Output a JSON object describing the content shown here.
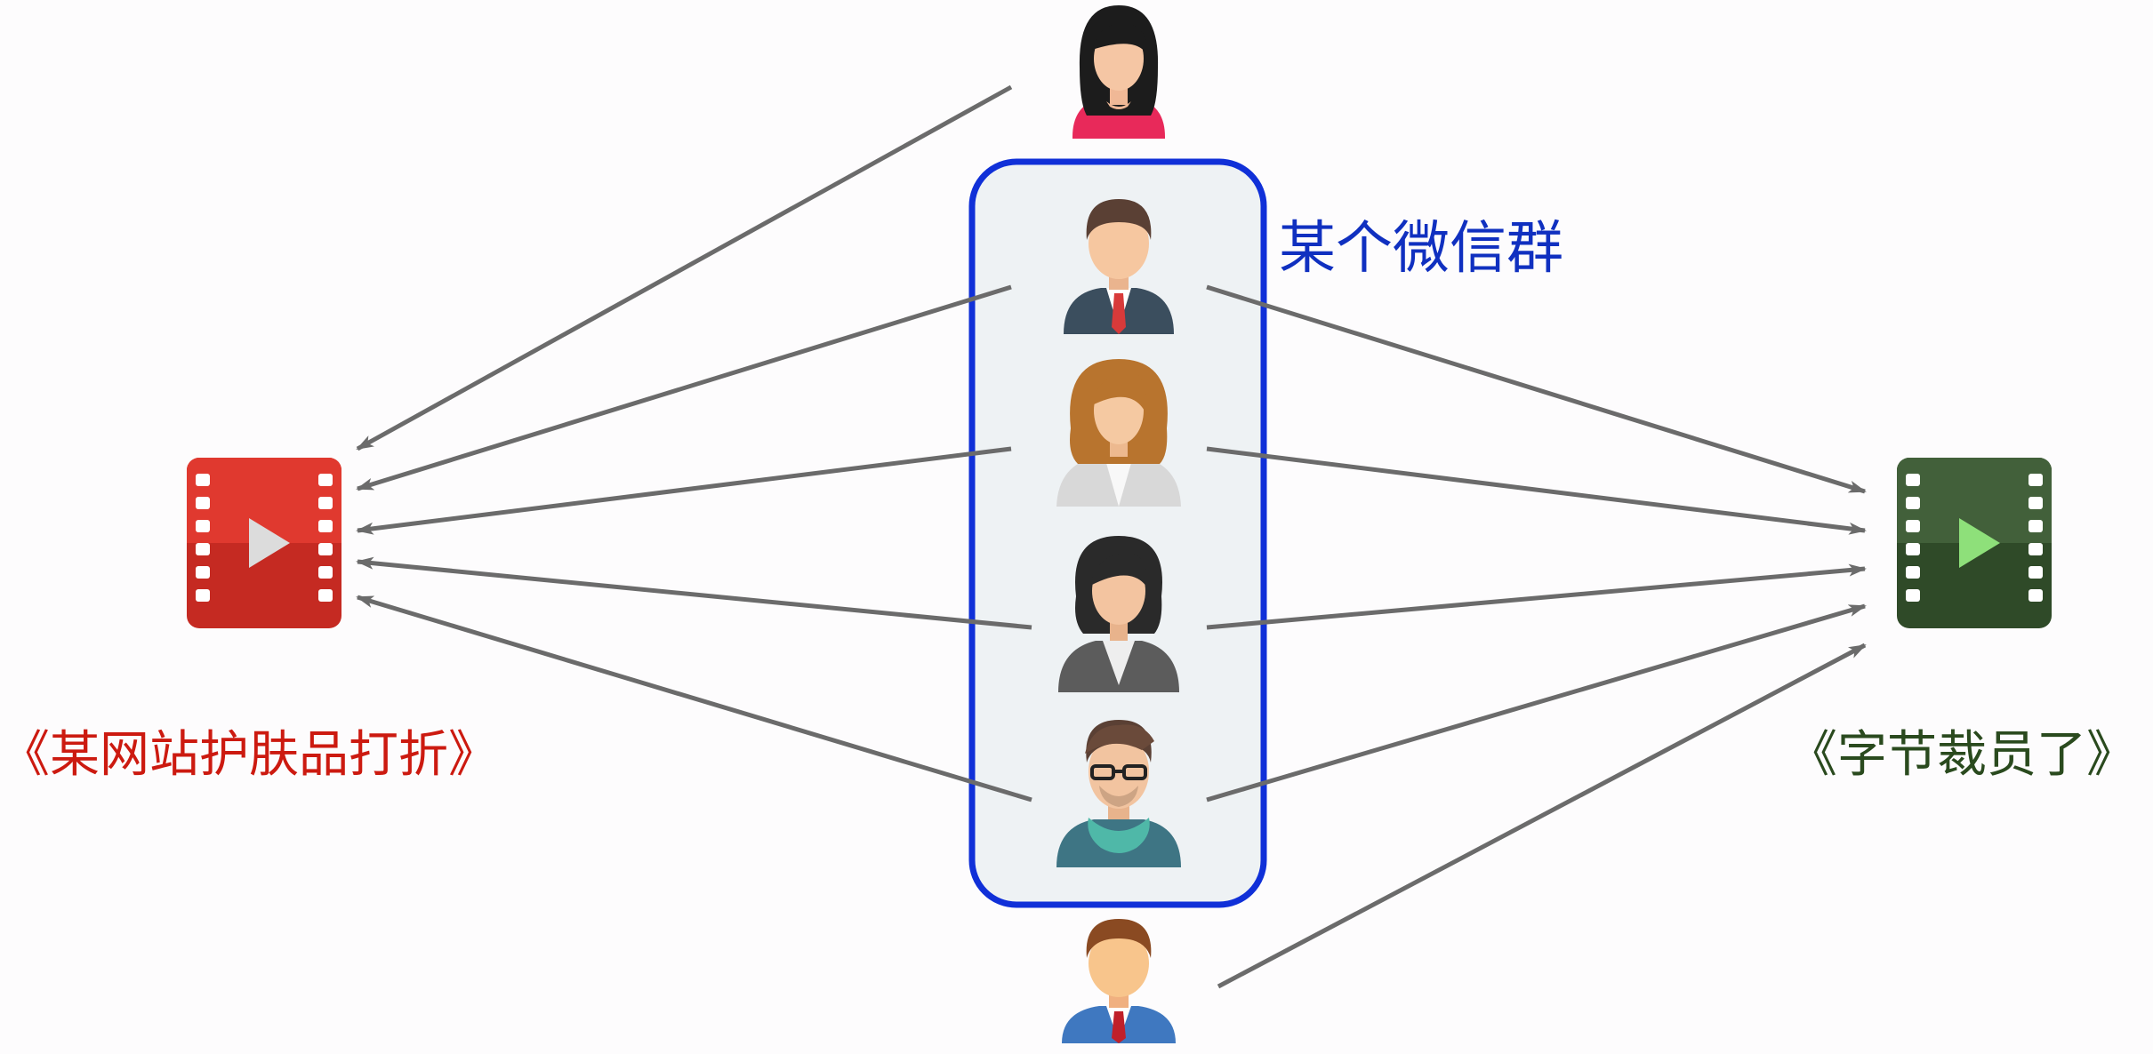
{
  "colors": {
    "background": "#fdfcfd",
    "arrow": "#6b6b6b",
    "group_border": "#1030d8",
    "group_fill": "#eef2f4",
    "group_label": "#1030c0",
    "left_video": "#d8342a",
    "left_label": "#cc1a10",
    "right_video": "#3e5a34",
    "right_label": "#2a4a1e"
  },
  "group": {
    "label": "某个微信群",
    "members": [
      {
        "icon": "businessman-avatar-icon"
      },
      {
        "icon": "blonde-woman-avatar-icon"
      },
      {
        "icon": "businesswoman-avatar-icon"
      },
      {
        "icon": "glasses-man-avatar-icon"
      }
    ]
  },
  "outside_users": [
    {
      "icon": "woman-avatar-icon",
      "position": "top"
    },
    {
      "icon": "man-avatar-icon",
      "position": "bottom"
    }
  ],
  "videos": {
    "left": {
      "icon": "red-video-icon",
      "label": "《某网站护肤品打折》"
    },
    "right": {
      "icon": "green-video-icon",
      "label": "《字节裁员了》"
    }
  }
}
